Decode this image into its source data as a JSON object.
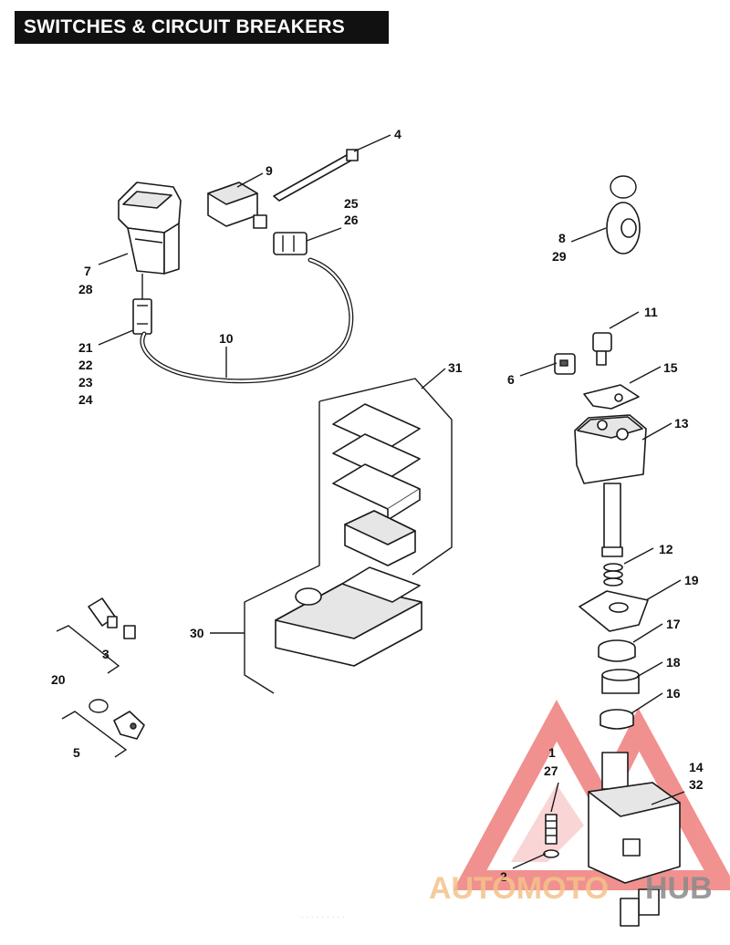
{
  "title": "SWITCHES & CIRCUIT BREAKERS",
  "callouts": {
    "c4": "4",
    "c9": "9",
    "c25": "25",
    "c26": "26",
    "c8": "8",
    "c29": "29",
    "c7": "7",
    "c28": "28",
    "c10": "10",
    "c21": "21",
    "c22": "22",
    "c23": "23",
    "c24": "24",
    "c31": "31",
    "c11": "11",
    "c6": "6",
    "c15": "15",
    "c13": "13",
    "c12": "12",
    "c19": "19",
    "c30": "30",
    "c17": "17",
    "c3": "3",
    "c20": "20",
    "c18": "18",
    "c16": "16",
    "c5": "5",
    "c1": "1",
    "c27": "27",
    "c14": "14",
    "c32": "32",
    "c2": "2"
  },
  "watermark": {
    "part1": "AUTOMOTO",
    "part2": "HUB",
    "color1": "#f4c28a",
    "color2": "#8a8a8a",
    "triangle_color": "#e53935"
  },
  "footer": "· · · · · · · · ·"
}
